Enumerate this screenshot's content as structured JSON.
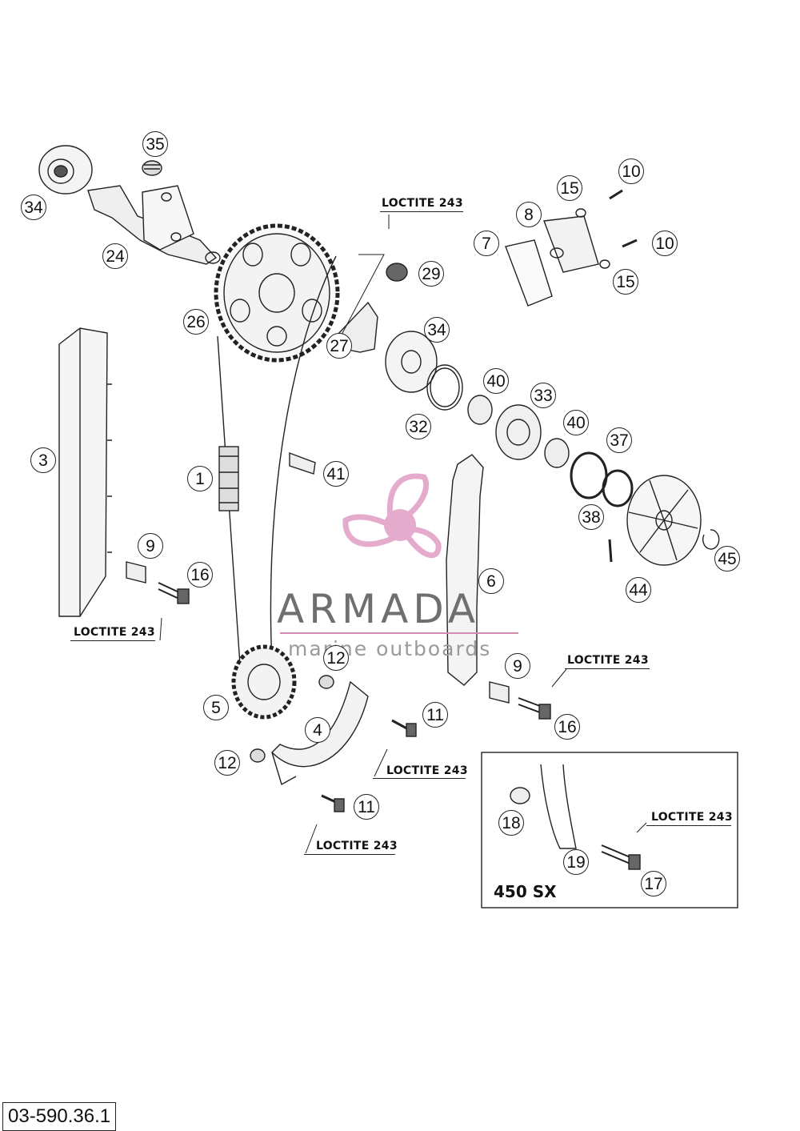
{
  "callouts": {
    "c1": "1",
    "c3": "3",
    "c4": "4",
    "c5": "5",
    "c6": "6",
    "c7": "7",
    "c8": "8",
    "c9a": "9",
    "c9b": "9",
    "c10a": "10",
    "c10b": "10",
    "c11a": "11",
    "c11b": "11",
    "c12a": "12",
    "c12b": "12",
    "c15a": "15",
    "c15b": "15",
    "c16a": "16",
    "c16b": "16",
    "c17": "17",
    "c18": "18",
    "c19": "19",
    "c24": "24",
    "c26": "26",
    "c27": "27",
    "c29": "29",
    "c32": "32",
    "c33": "33",
    "c34a": "34",
    "c34b": "34",
    "c35": "35",
    "c37": "37",
    "c38": "38",
    "c40a": "40",
    "c40b": "40",
    "c41": "41",
    "c44": "44",
    "c45": "45"
  },
  "loctite_label": "LOCTITE 243",
  "variant_label": "450 SX",
  "doc_number": "03-590.36.1",
  "watermark": {
    "title": "ARMADA",
    "subtitle": "marine outboards",
    "color": "#e2a3c7"
  }
}
